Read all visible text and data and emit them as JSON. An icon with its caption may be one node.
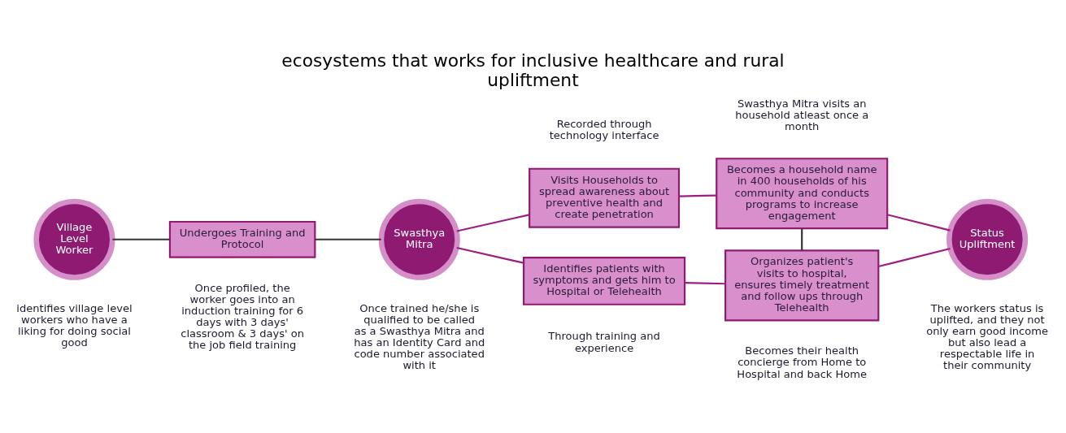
{
  "diagram": {
    "title": "ecosystems that works for inclusive healthcare and rural upliftment",
    "nodes": [
      {
        "text": [
          "Village Level Worker"
        ],
        "beside": [
          "identifies village level workers who have a liking for doing social good"
        ]
      },
      {
        "text": [
          "Undergoes Training and Protocol"
        ],
        "beside": [
          "Once profiled, the worker goes into an induction training for 6 days with 3 days' classroom & 3 days' on the job field training"
        ]
      },
      {
        "text": [
          "Swasthya Mitra"
        ],
        "beside": [
          "Once trained he/she is qualified to be called as a Swasthya Mitra and has an Identity Card and code number associated with it"
        ]
      },
      {
        "text": [
          "Visits Households to spread awareness about preventive health and create penetration"
        ],
        "beside": [
          "Recorded through technology interface"
        ]
      },
      {
        "text": [
          "Identifies patients with symptoms and gets him to Hospital or Telehealth"
        ],
        "beside": [
          "Through training and experience"
        ]
      },
      {
        "text": [
          "Becomes a household name in 400 households of his community and conducts programs to increase engagement"
        ],
        "beside": [
          "Swasthya Mitra visits an household atleast once a month"
        ]
      },
      {
        "text": [
          "Organizes patient's visits to hospital, ensures timely treatment and follow ups through Telehealth"
        ],
        "beside": [
          "Becomes their health concierge from Home to Hospital and back Home"
        ]
      },
      {
        "text": [
          "Status Upliftment"
        ],
        "beside": [
          "The workers status is uplifted, and they not only earn good income but also lead a respectable life in their community"
        ]
      }
    ],
    "edges": [
      {
        "from": 0,
        "to": 1,
        "arrow": "none",
        "color": "#333333"
      },
      {
        "from": 1,
        "to": 2,
        "arrow": "none",
        "color": "#333333"
      },
      {
        "from": 2,
        "to": 3,
        "arrow": "none"
      },
      {
        "from": 2,
        "to": 4,
        "arrow": "none"
      },
      {
        "from": 3,
        "to": 5,
        "arrow": "none"
      },
      {
        "from": 4,
        "to": 6,
        "arrow": "none"
      },
      {
        "from": 5,
        "to": 6,
        "arrow": "none",
        "color": "#333333"
      },
      {
        "from": 5,
        "to": 7,
        "arrow": "none"
      },
      {
        "from": 6,
        "to": 7,
        "arrow": "none"
      }
    ]
  }
}
